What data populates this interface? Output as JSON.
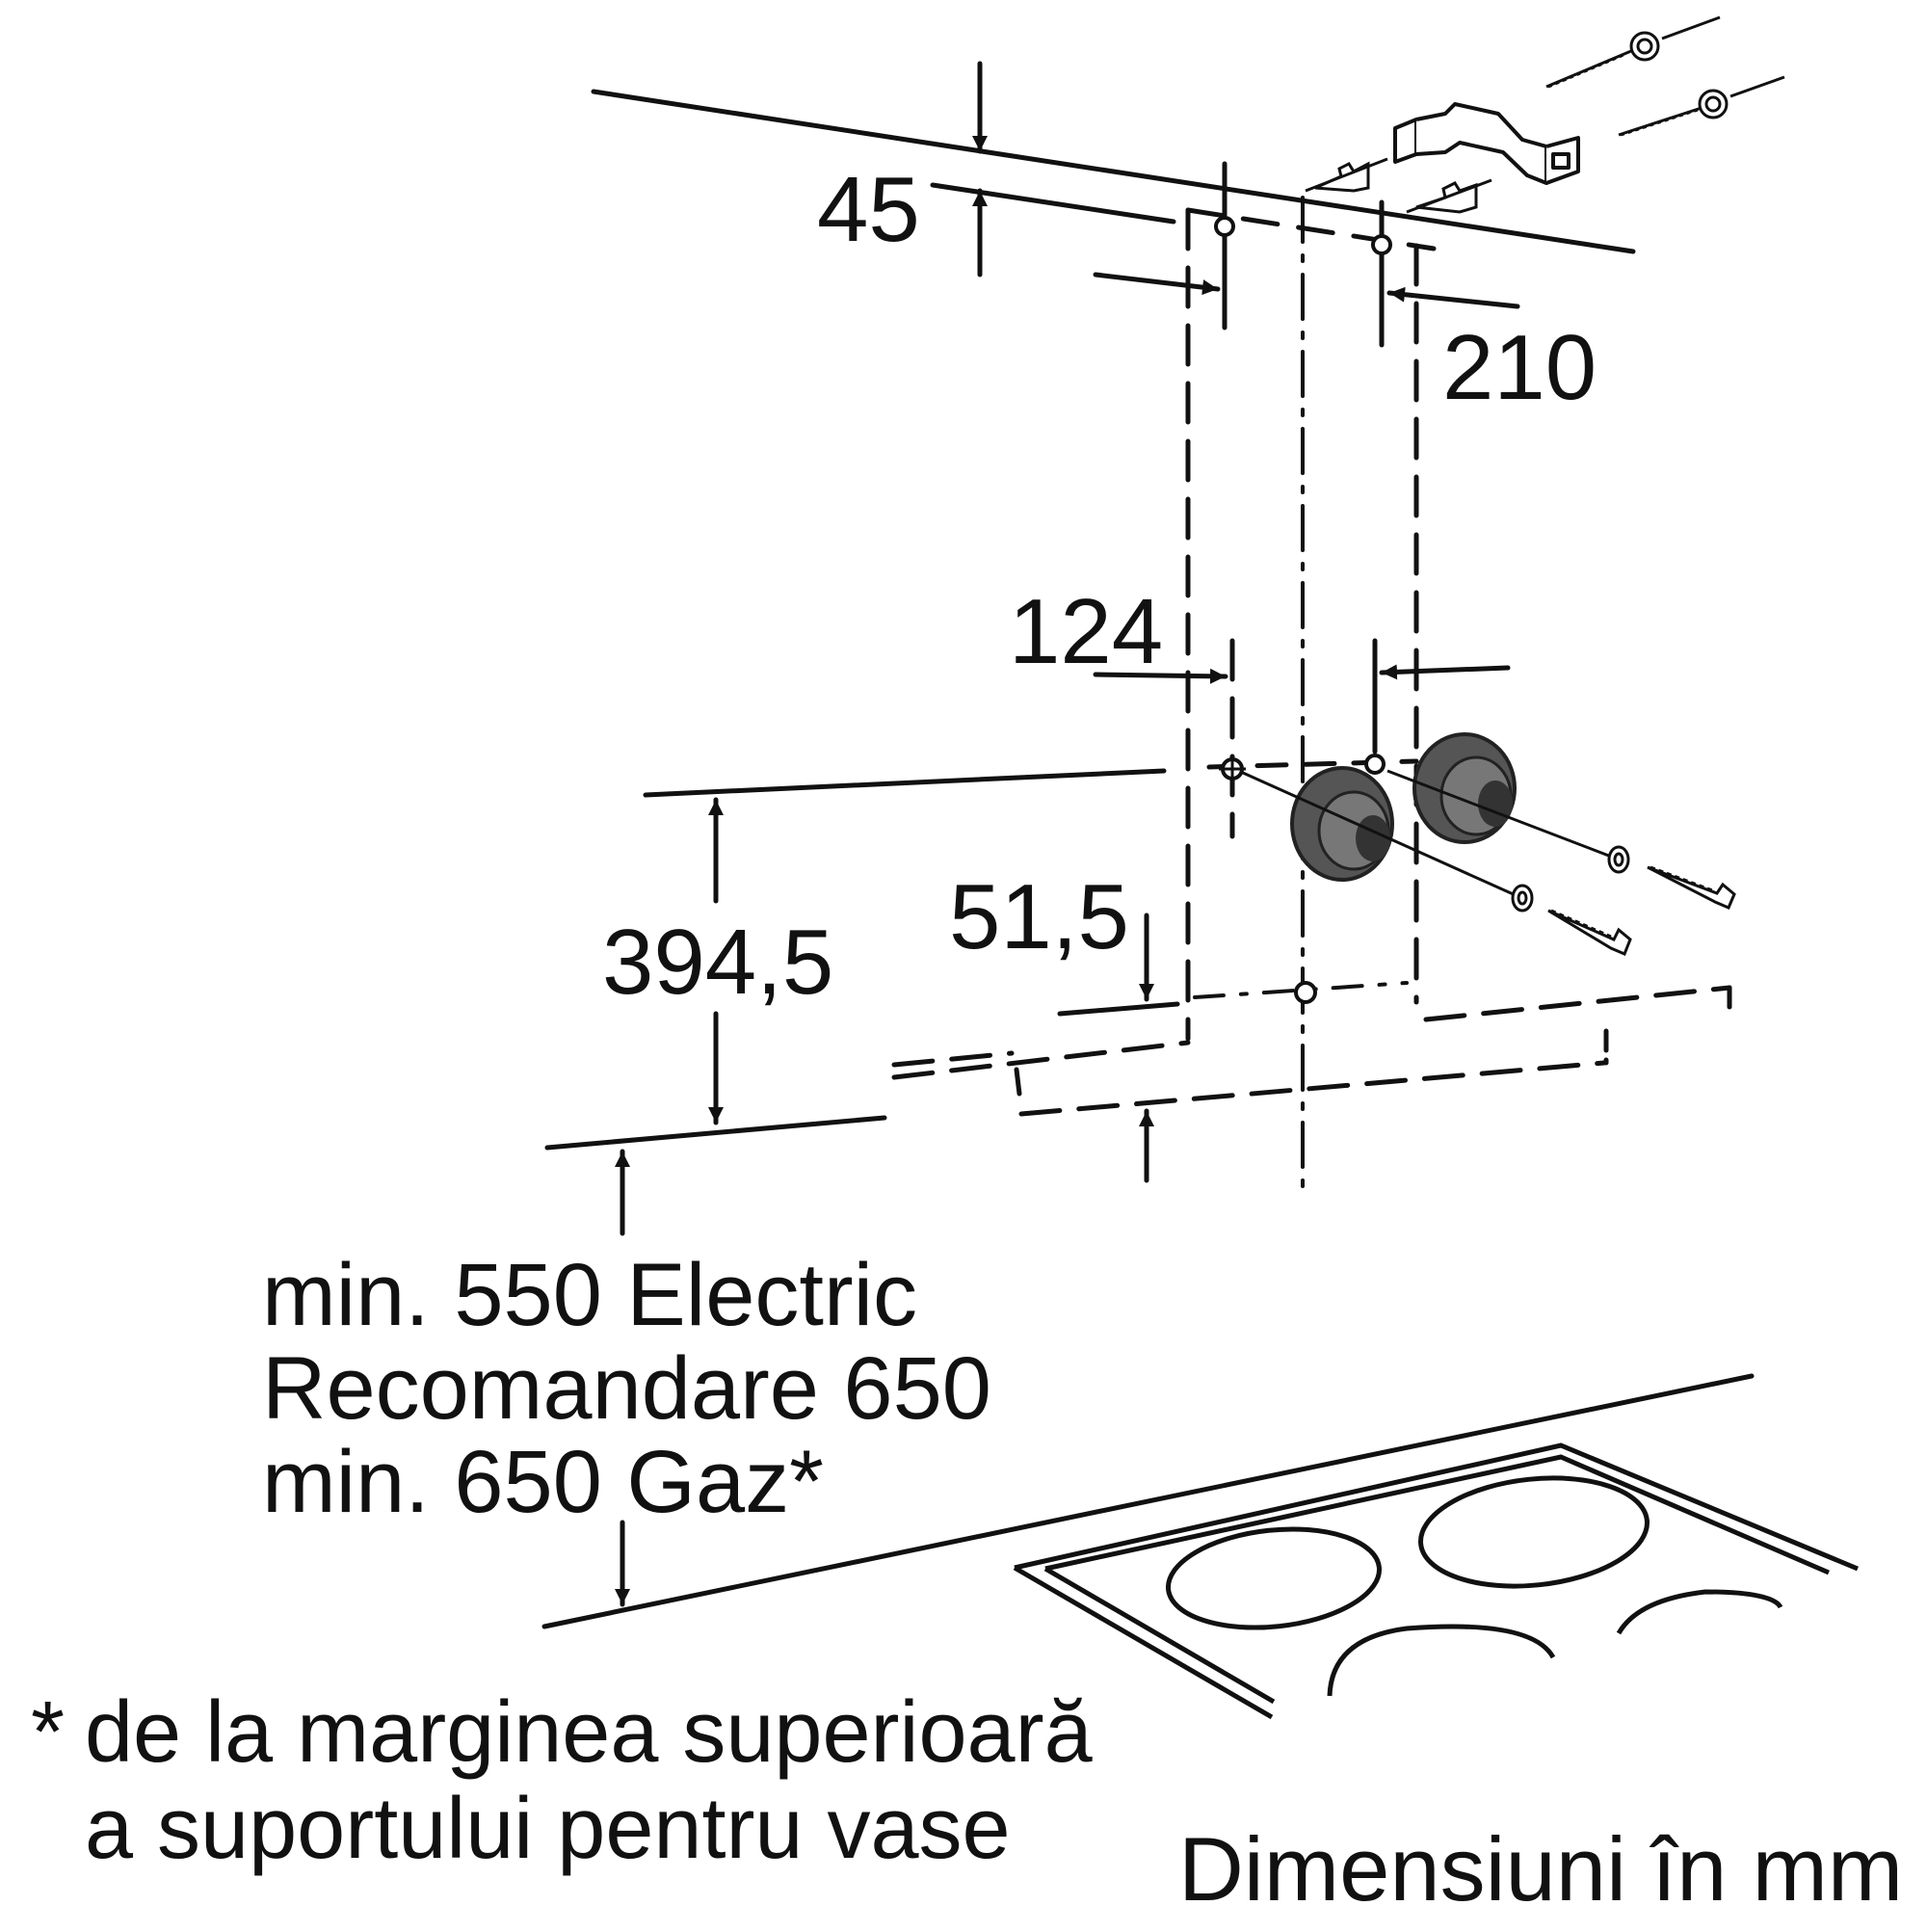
{
  "dimensions": {
    "d45": "45",
    "d210": "210",
    "d124": "124",
    "d51_5": "51,5",
    "d394_5": "394,5"
  },
  "clearance": {
    "line1": "min. 550 Electric",
    "line2": "Recomandare 650",
    "line3": "min. 650 Gaz*"
  },
  "footnote": {
    "marker": "*",
    "line1": "de la marginea superioară",
    "line2": "a suportului pentru vase"
  },
  "units": "Dimensiuni în mm",
  "colors": {
    "ink": "#111111",
    "part": "#555555",
    "part_dark": "#333333",
    "background": "#ffffff"
  },
  "icons": [
    "screw-icon",
    "washer-icon",
    "wall-plug-icon",
    "bracket-icon",
    "hob-icon"
  ]
}
